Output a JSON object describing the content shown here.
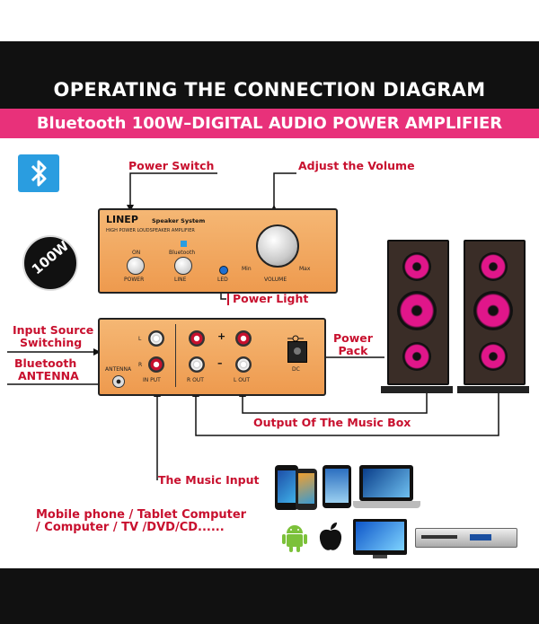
{
  "header": {
    "title": "OPERATING THE CONNECTION DIAGRAM",
    "subtitle": "Bluetooth 100W–DIGITAL AUDIO POWER AMPLIFIER"
  },
  "callouts": {
    "power_switch": "Power Switch",
    "adjust_volume": "Adjust the Volume",
    "power_light": "Power Light",
    "input_source_1": "Input Source",
    "input_source_2": "Switching",
    "bt_antenna_1": "Bluetooth",
    "bt_antenna_2": "ANTENNA",
    "power_pack_1": "Power",
    "power_pack_2": "Pack",
    "output_music_box": "Output Of The Music Box",
    "music_input": "The Music Input",
    "devices_1": "Mobile phone / Tablet Computer",
    "devices_2": "/ Computer / TV /DVD/CD......"
  },
  "badge": {
    "text": "100W"
  },
  "front_panel": {
    "brand": "LINEP",
    "model": "Speaker System",
    "desc": "HIGH POWER LOUDSPEAKER AMPLIFIER",
    "on": "ON",
    "power": "POWER",
    "bluetooth": "Bluetooth",
    "line": "LINE",
    "led": "LED",
    "min": "Min",
    "max": "Max",
    "volume": "VOLUME"
  },
  "rear_panel": {
    "l": "L",
    "r": "R",
    "plus": "+",
    "minus": "–",
    "input": "IN PUT",
    "rout": "R OUT",
    "lout": "L OUT",
    "dc": "DC",
    "antenna": "ANTENNA"
  },
  "colors": {
    "accent_pink": "#e8317a",
    "callout_red": "#c8102e",
    "panel_orange": "#f0a35a",
    "speaker_magenta": "#e0168a"
  }
}
